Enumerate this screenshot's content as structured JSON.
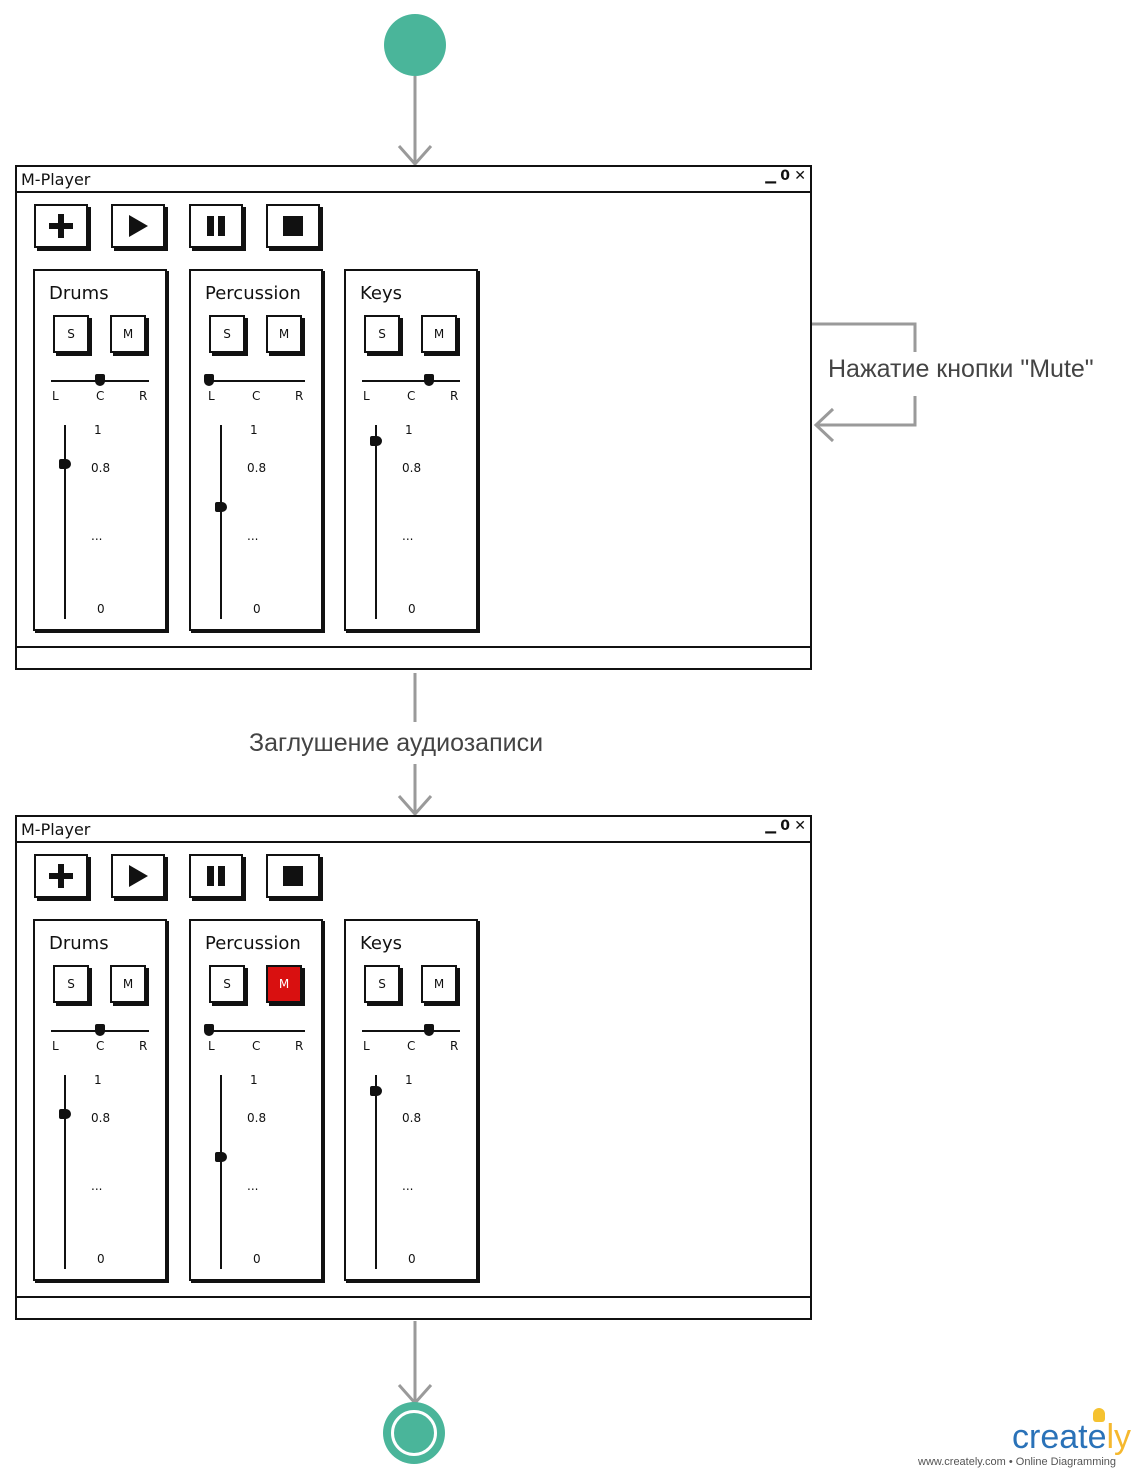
{
  "window": {
    "title": "M-Player",
    "controls": {
      "minimize": "▁",
      "restore": "0",
      "close": "✕"
    },
    "toolbar": [
      {
        "name": "add",
        "icon": "plus-icon"
      },
      {
        "name": "play",
        "icon": "play-icon"
      },
      {
        "name": "pause",
        "icon": "pause-icon"
      },
      {
        "name": "stop",
        "icon": "stop-icon"
      }
    ]
  },
  "channels": [
    {
      "name": "Drums"
    },
    {
      "name": "Percussion"
    },
    {
      "name": "Keys"
    }
  ],
  "channel_labels": {
    "solo": "S",
    "mute": "M",
    "pan_left": "L",
    "pan_center": "C",
    "pan_right": "R",
    "vol_max": "1",
    "vol_mid": "0.8",
    "vol_dots": "...",
    "vol_min": "0"
  },
  "states": [
    {
      "pan": [
        0.5,
        0.02,
        0.68
      ],
      "volume": [
        0.8,
        0.58,
        0.92
      ],
      "muted": [
        false,
        false,
        false
      ]
    },
    {
      "pan": [
        0.5,
        0.02,
        0.68
      ],
      "volume": [
        0.8,
        0.58,
        0.92
      ],
      "muted": [
        false,
        true,
        false
      ]
    }
  ],
  "labels": {
    "self_loop": "Нажатие кнопки \"Mute\"",
    "transition": "Заглушение аудиозаписи"
  },
  "colors": {
    "node": "#4ab59a",
    "mute_on": "#d91010",
    "connector": "#9a9a9a"
  },
  "branding": {
    "brand_main": "create",
    "brand_tail": "ly",
    "site": "www.creately.com • Online Diagramming"
  }
}
